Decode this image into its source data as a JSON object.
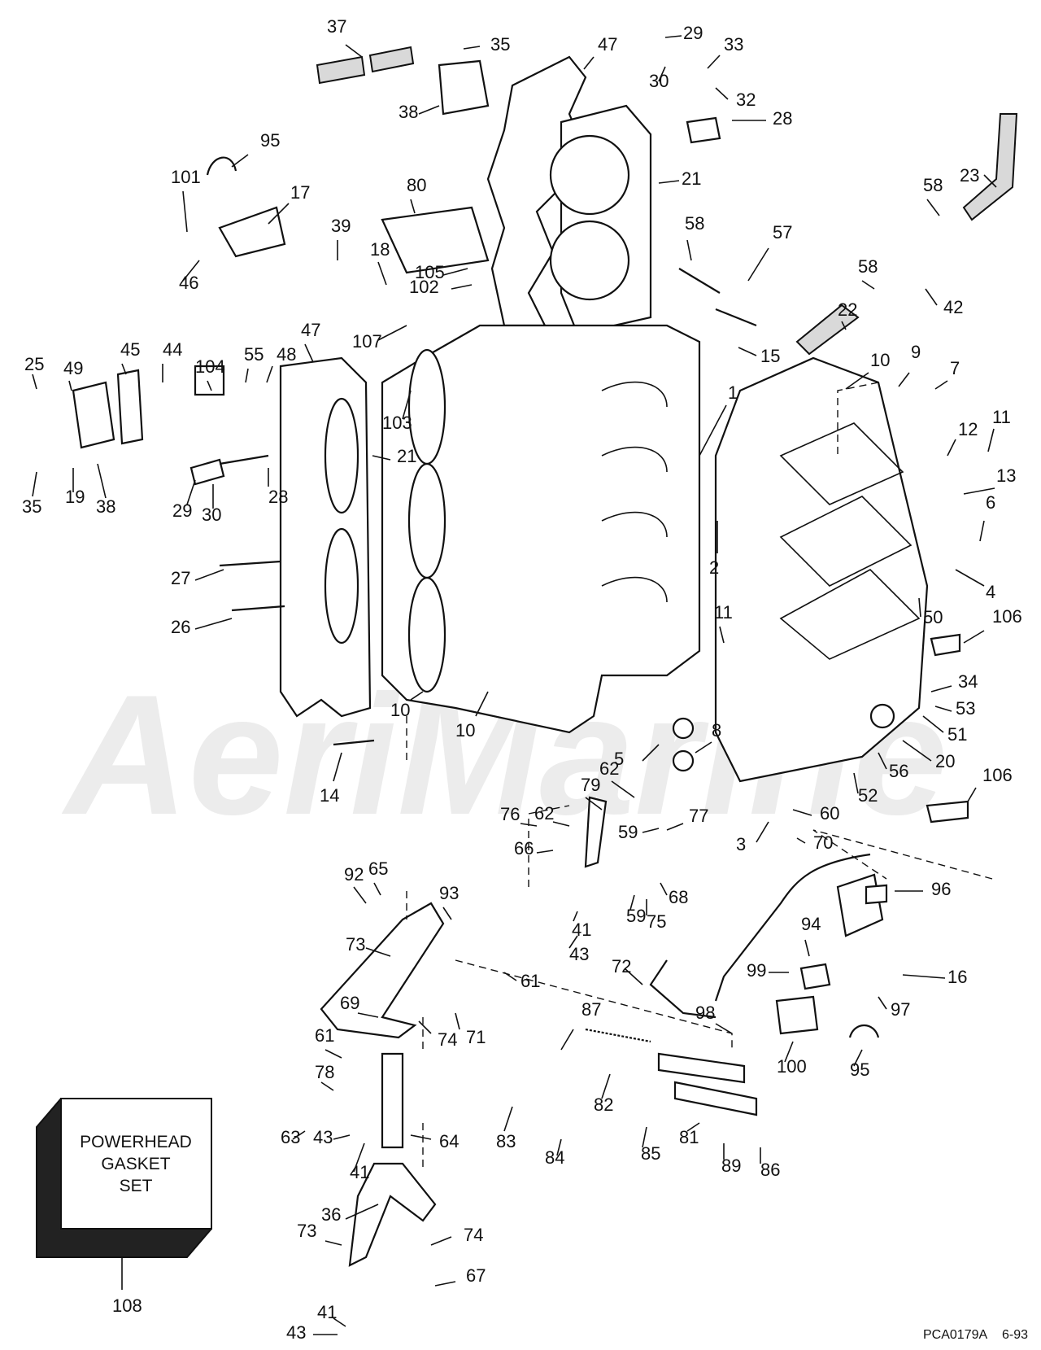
{
  "diagram_title": "",
  "kit_box": {
    "lines": [
      "POWERHEAD",
      "GASKET",
      "SET"
    ],
    "number": "108"
  },
  "footer": {
    "code": "PCA0179A",
    "date": "6-93"
  },
  "watermark": "AeriMarine",
  "callouts": [
    "1",
    "2",
    "3",
    "4",
    "5",
    "6",
    "7",
    "8",
    "9",
    "10",
    "10",
    "10",
    "11",
    "11",
    "12",
    "13",
    "14",
    "15",
    "16",
    "17",
    "18",
    "19",
    "20",
    "21",
    "21",
    "22",
    "23",
    "25",
    "26",
    "27",
    "28",
    "28",
    "29",
    "29",
    "30",
    "30",
    "32",
    "33",
    "34",
    "35",
    "35",
    "36",
    "37",
    "38",
    "38",
    "39",
    "41",
    "41",
    "41",
    "42",
    "43",
    "43",
    "43",
    "44",
    "45",
    "46",
    "47",
    "47",
    "48",
    "49",
    "50",
    "51",
    "52",
    "53",
    "55",
    "56",
    "57",
    "58",
    "58",
    "58",
    "59",
    "59",
    "60",
    "61",
    "61",
    "62",
    "62",
    "63",
    "64",
    "65",
    "66",
    "67",
    "68",
    "69",
    "70",
    "71",
    "72",
    "73",
    "73",
    "74",
    "74",
    "75",
    "76",
    "77",
    "78",
    "79",
    "80",
    "81",
    "82",
    "83",
    "84",
    "85",
    "86",
    "87",
    "89",
    "92",
    "93",
    "94",
    "95",
    "95",
    "96",
    "97",
    "98",
    "99",
    "100",
    "101",
    "102",
    "103",
    "104",
    "105",
    "106",
    "106",
    "107"
  ]
}
